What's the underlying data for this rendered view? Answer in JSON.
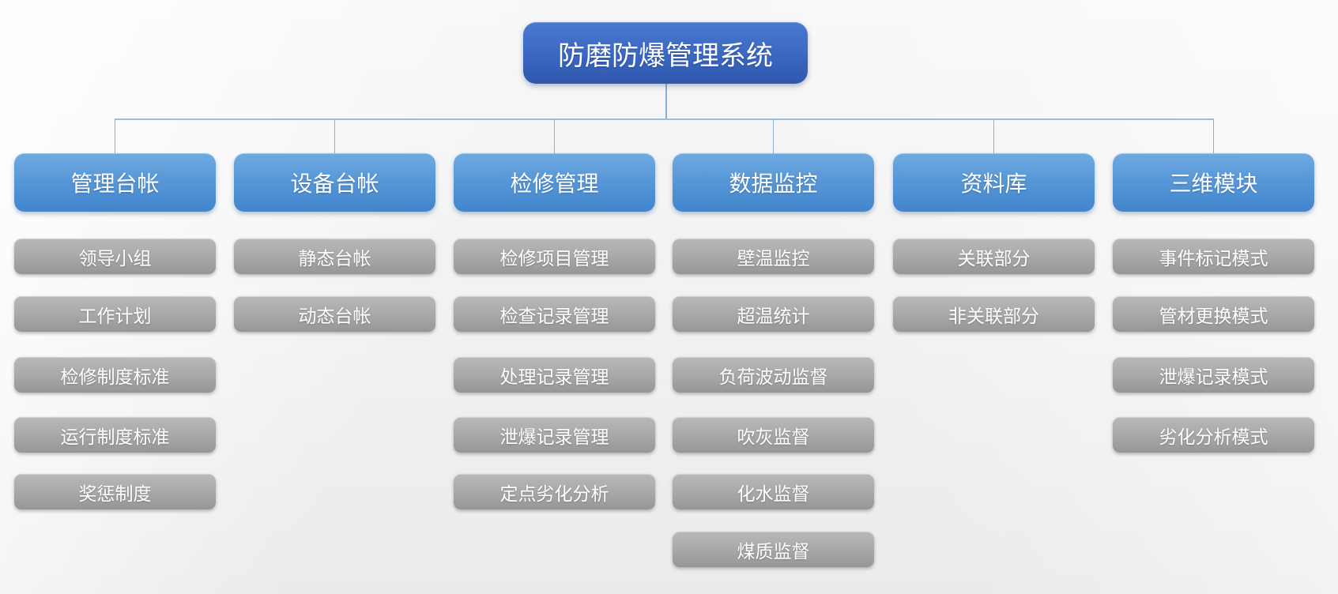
{
  "title": "防磨防爆管理系统",
  "tree": {
    "root": "防磨防爆管理系统",
    "columns": [
      {
        "header": "管理台帐",
        "items": [
          "领导小组",
          "工作计划",
          "检修制度标准",
          "运行制度标准",
          "奖惩制度"
        ]
      },
      {
        "header": "设备台帐",
        "items": [
          "静态台帐",
          "动态台帐"
        ]
      },
      {
        "header": "检修管理",
        "items": [
          "检修项目管理",
          "检查记录管理",
          "处理记录管理",
          "泄爆记录管理",
          "定点劣化分析"
        ]
      },
      {
        "header": "数据监控",
        "items": [
          "壁温监控",
          "超温统计",
          "负荷波动监督",
          "吹灰监督",
          "化水监督",
          "煤质监督"
        ]
      },
      {
        "header": "资料库",
        "items": [
          "关联部分",
          "非关联部分"
        ]
      },
      {
        "header": "三维模块",
        "items": [
          "事件标记模式",
          "管材更换模式",
          "泄爆记录模式",
          "劣化分析模式"
        ]
      }
    ]
  },
  "colors": {
    "root_blue_top": "#4a79d0",
    "root_blue_bottom": "#2e58ac",
    "level2_blue_top": "#6faae1",
    "level2_blue_bottom": "#4285cd",
    "item_gray_top": "#b8b8b8",
    "item_gray_bottom": "#969696",
    "connector_blue": "#89afde",
    "background": "#f1f1f1",
    "text": "#ffffff"
  }
}
